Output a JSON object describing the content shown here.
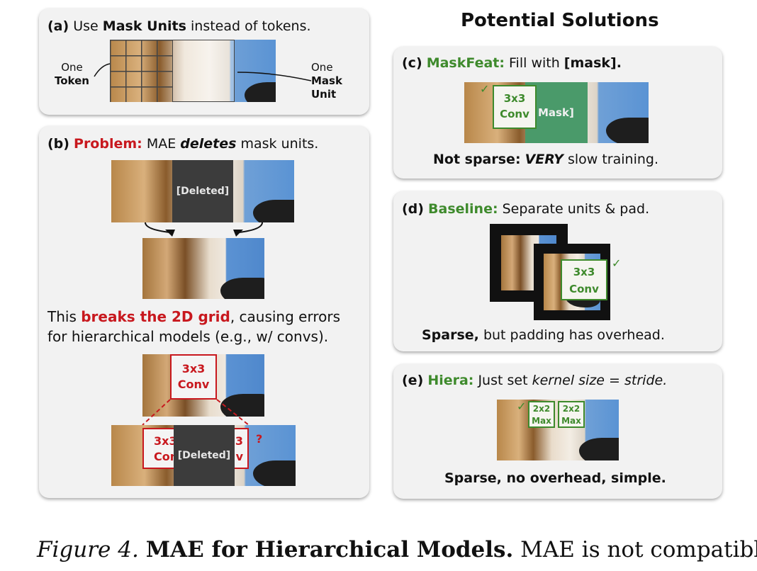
{
  "heading": "Potential Solutions",
  "panel_a": {
    "label": "(a)",
    "text_pre": "Use",
    "bold": "Mask Units",
    "text_post": "instead of tokens.",
    "left_label_1": "One",
    "left_label_2": "Token",
    "right_label_1": "One",
    "right_label_2": "Mask",
    "right_label_3": "Unit"
  },
  "panel_b": {
    "label": "(b)",
    "title_colored": "Problem:",
    "text_pre": "MAE",
    "italic_bold": "deletes",
    "text_post": "mask units.",
    "deleted_label": "[Deleted]",
    "body_pre": "This",
    "body_red": "breaks the 2D grid",
    "body_line1_post": ", causing errors",
    "body_line2": "for hierarchical models (e.g., w/ convs).",
    "conv_label_1": "3x3",
    "conv_label_2": "Conv",
    "partial_left_1": "3x3",
    "partial_left_2": "Con",
    "partial_right_1": "3",
    "partial_right_2": "v",
    "question_mark": "?",
    "deleted_label_2": "[Deleted]"
  },
  "panel_c": {
    "label": "(c)",
    "title_colored": "MaskFeat:",
    "text_pre": "Fill with",
    "bold": "[mask].",
    "conv_1": "3x3",
    "conv_2": "Conv",
    "mask_label": "Mask]",
    "check": "✓",
    "bottom_bold": "Not sparse:",
    "bottom_italic": "VERY",
    "bottom_post": "slow training."
  },
  "panel_d": {
    "label": "(d)",
    "title_colored": "Baseline:",
    "text_post": "Separate units & pad.",
    "conv_1": "3x3",
    "conv_2": "Conv",
    "check": "✓",
    "bottom_bold": "Sparse,",
    "bottom_post": "but padding has overhead."
  },
  "panel_e": {
    "label": "(e)",
    "title_colored": "Hiera:",
    "text_pre": "Just set",
    "italic_1": "kernel size",
    "eq": "=",
    "italic_2": "stride.",
    "pool_1a": "2x2",
    "pool_1b": "Max",
    "pool_2a": "2x2",
    "pool_2b": "Max",
    "check": "✓",
    "bottom": "Sparse, no overhead, simple."
  },
  "caption": {
    "fig": "Figure 4.",
    "bold": "MAE for Hierarchical Models.",
    "rest": "MAE is not compatible"
  },
  "colors": {
    "red": "#c8181e",
    "green": "#3e8a2c",
    "panel": "#f2f2f2"
  }
}
